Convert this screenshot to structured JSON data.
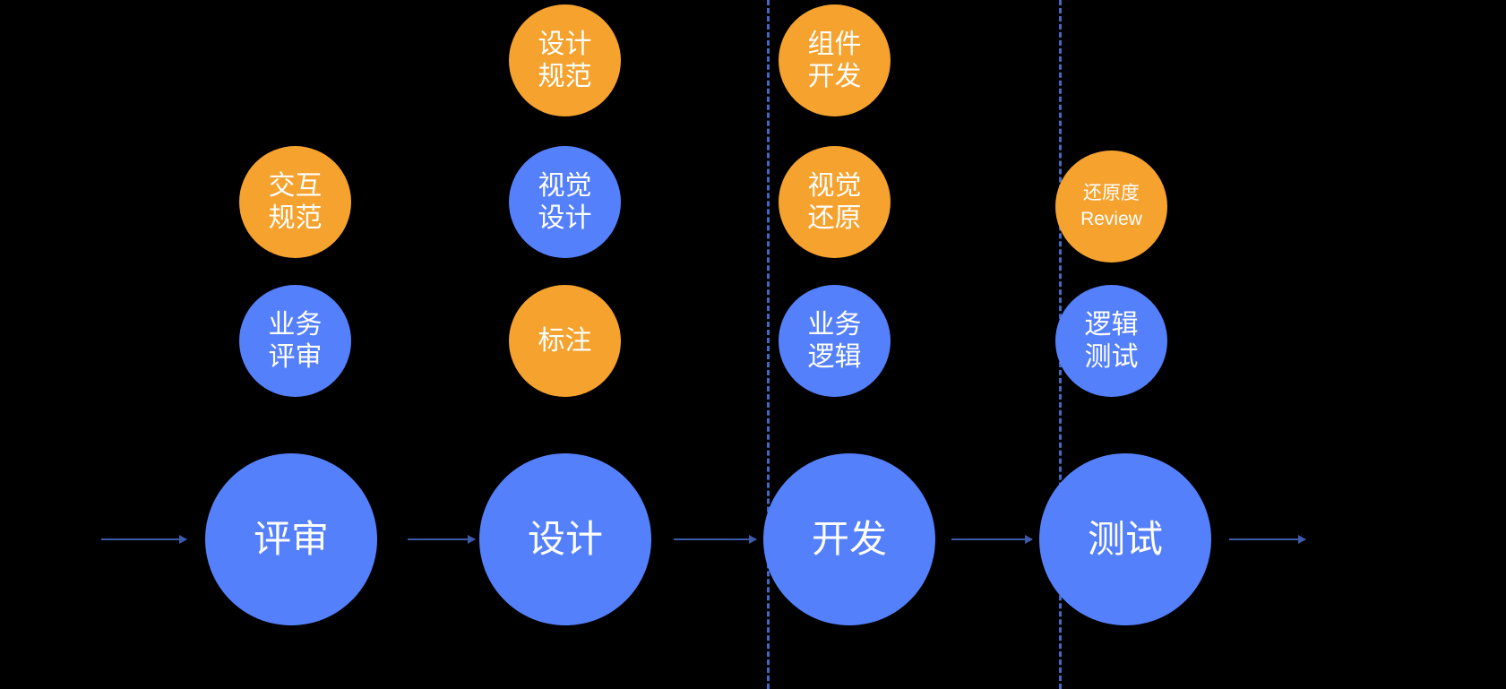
{
  "diagram": {
    "background_color": "#000000",
    "orange": "#F5A22E",
    "blue": "#5580FB",
    "arrow_color": "#3D5BA9",
    "divider_color": "#3E6BC4",
    "stages": [
      {
        "key": "review",
        "label": "评审",
        "tasks": [
          {
            "lines": [
              "交互",
              "规范"
            ],
            "color": "orange"
          },
          {
            "lines": [
              "业务",
              "评审"
            ],
            "color": "blue"
          }
        ]
      },
      {
        "key": "design",
        "label": "设计",
        "tasks": [
          {
            "lines": [
              "设计",
              "规范"
            ],
            "color": "orange"
          },
          {
            "lines": [
              "视觉",
              "设计"
            ],
            "color": "blue"
          },
          {
            "lines": [
              "标注"
            ],
            "color": "orange"
          }
        ]
      },
      {
        "key": "develop",
        "label": "开发",
        "tasks": [
          {
            "lines": [
              "组件",
              "开发"
            ],
            "color": "orange"
          },
          {
            "lines": [
              "视觉",
              "还原"
            ],
            "color": "orange"
          },
          {
            "lines": [
              "业务",
              "逻辑"
            ],
            "color": "blue"
          }
        ]
      },
      {
        "key": "test",
        "label": "测试",
        "tasks": [
          {
            "lines": [
              "还原度",
              "Review"
            ],
            "color": "orange"
          },
          {
            "lines": [
              "逻辑",
              "测试"
            ],
            "color": "blue"
          }
        ]
      }
    ],
    "bubbles": {
      "c1_mid": {
        "l1": "交互",
        "l2": "规范"
      },
      "c1_low": {
        "l1": "业务",
        "l2": "评审"
      },
      "c2_top": {
        "l1": "设计",
        "l2": "规范"
      },
      "c2_mid": {
        "l1": "视觉",
        "l2": "设计"
      },
      "c2_low": {
        "l1": "标注"
      },
      "c3_top": {
        "l1": "组件",
        "l2": "开发"
      },
      "c3_mid": {
        "l1": "视觉",
        "l2": "还原"
      },
      "c3_low": {
        "l1": "业务",
        "l2": "逻辑"
      },
      "c4_mid": {
        "l1": "还原度",
        "l2": "Review"
      },
      "c4_low": {
        "l1": "逻辑",
        "l2": "测试"
      },
      "main1": "评审",
      "main2": "设计",
      "main3": "开发",
      "main4": "测试"
    }
  }
}
